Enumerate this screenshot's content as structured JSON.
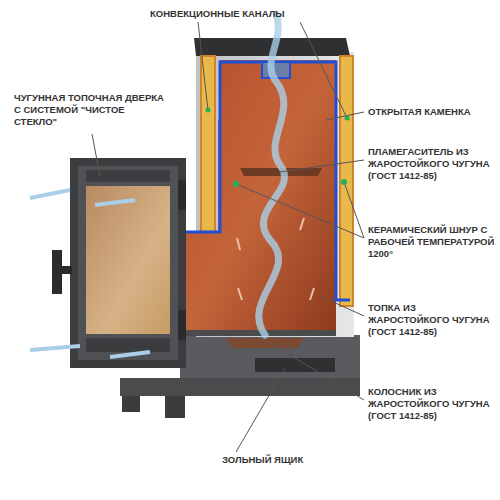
{
  "diagram": {
    "labels": [
      "КОНВЕКЦИОННЫЕ КАНАЛЫ",
      "ЧУГУННАЯ ТОПОЧНАЯ ДВЕРКА С СИСТЕМОЙ \"ЧИСТОЕ СТЕКЛО\"",
      "ОТКРЫТАЯ КАМЕНКА",
      "ПЛАМЕГАСИТЕЛЬ ИЗ ЖАРОСТОЙКОГО ЧУГУНА (ГОСТ 1412-85)",
      "КЕРАМИЧЕСКИЙ ШНУР С РАБОЧЕЙ ТЕМПЕРАТУРОЙ 1200°",
      "ТОПКА ИЗ ЖАРОСТОЙКОГО ЧУГУНА (ГОСТ 1412-85)",
      "КОЛОСНИК ИЗ ЖАРОСТОЙКОГО ЧУГУНА (ГОСТ 1412-85)",
      "ЗОЛЬНЫЙ ЯЩИК"
    ]
  }
}
